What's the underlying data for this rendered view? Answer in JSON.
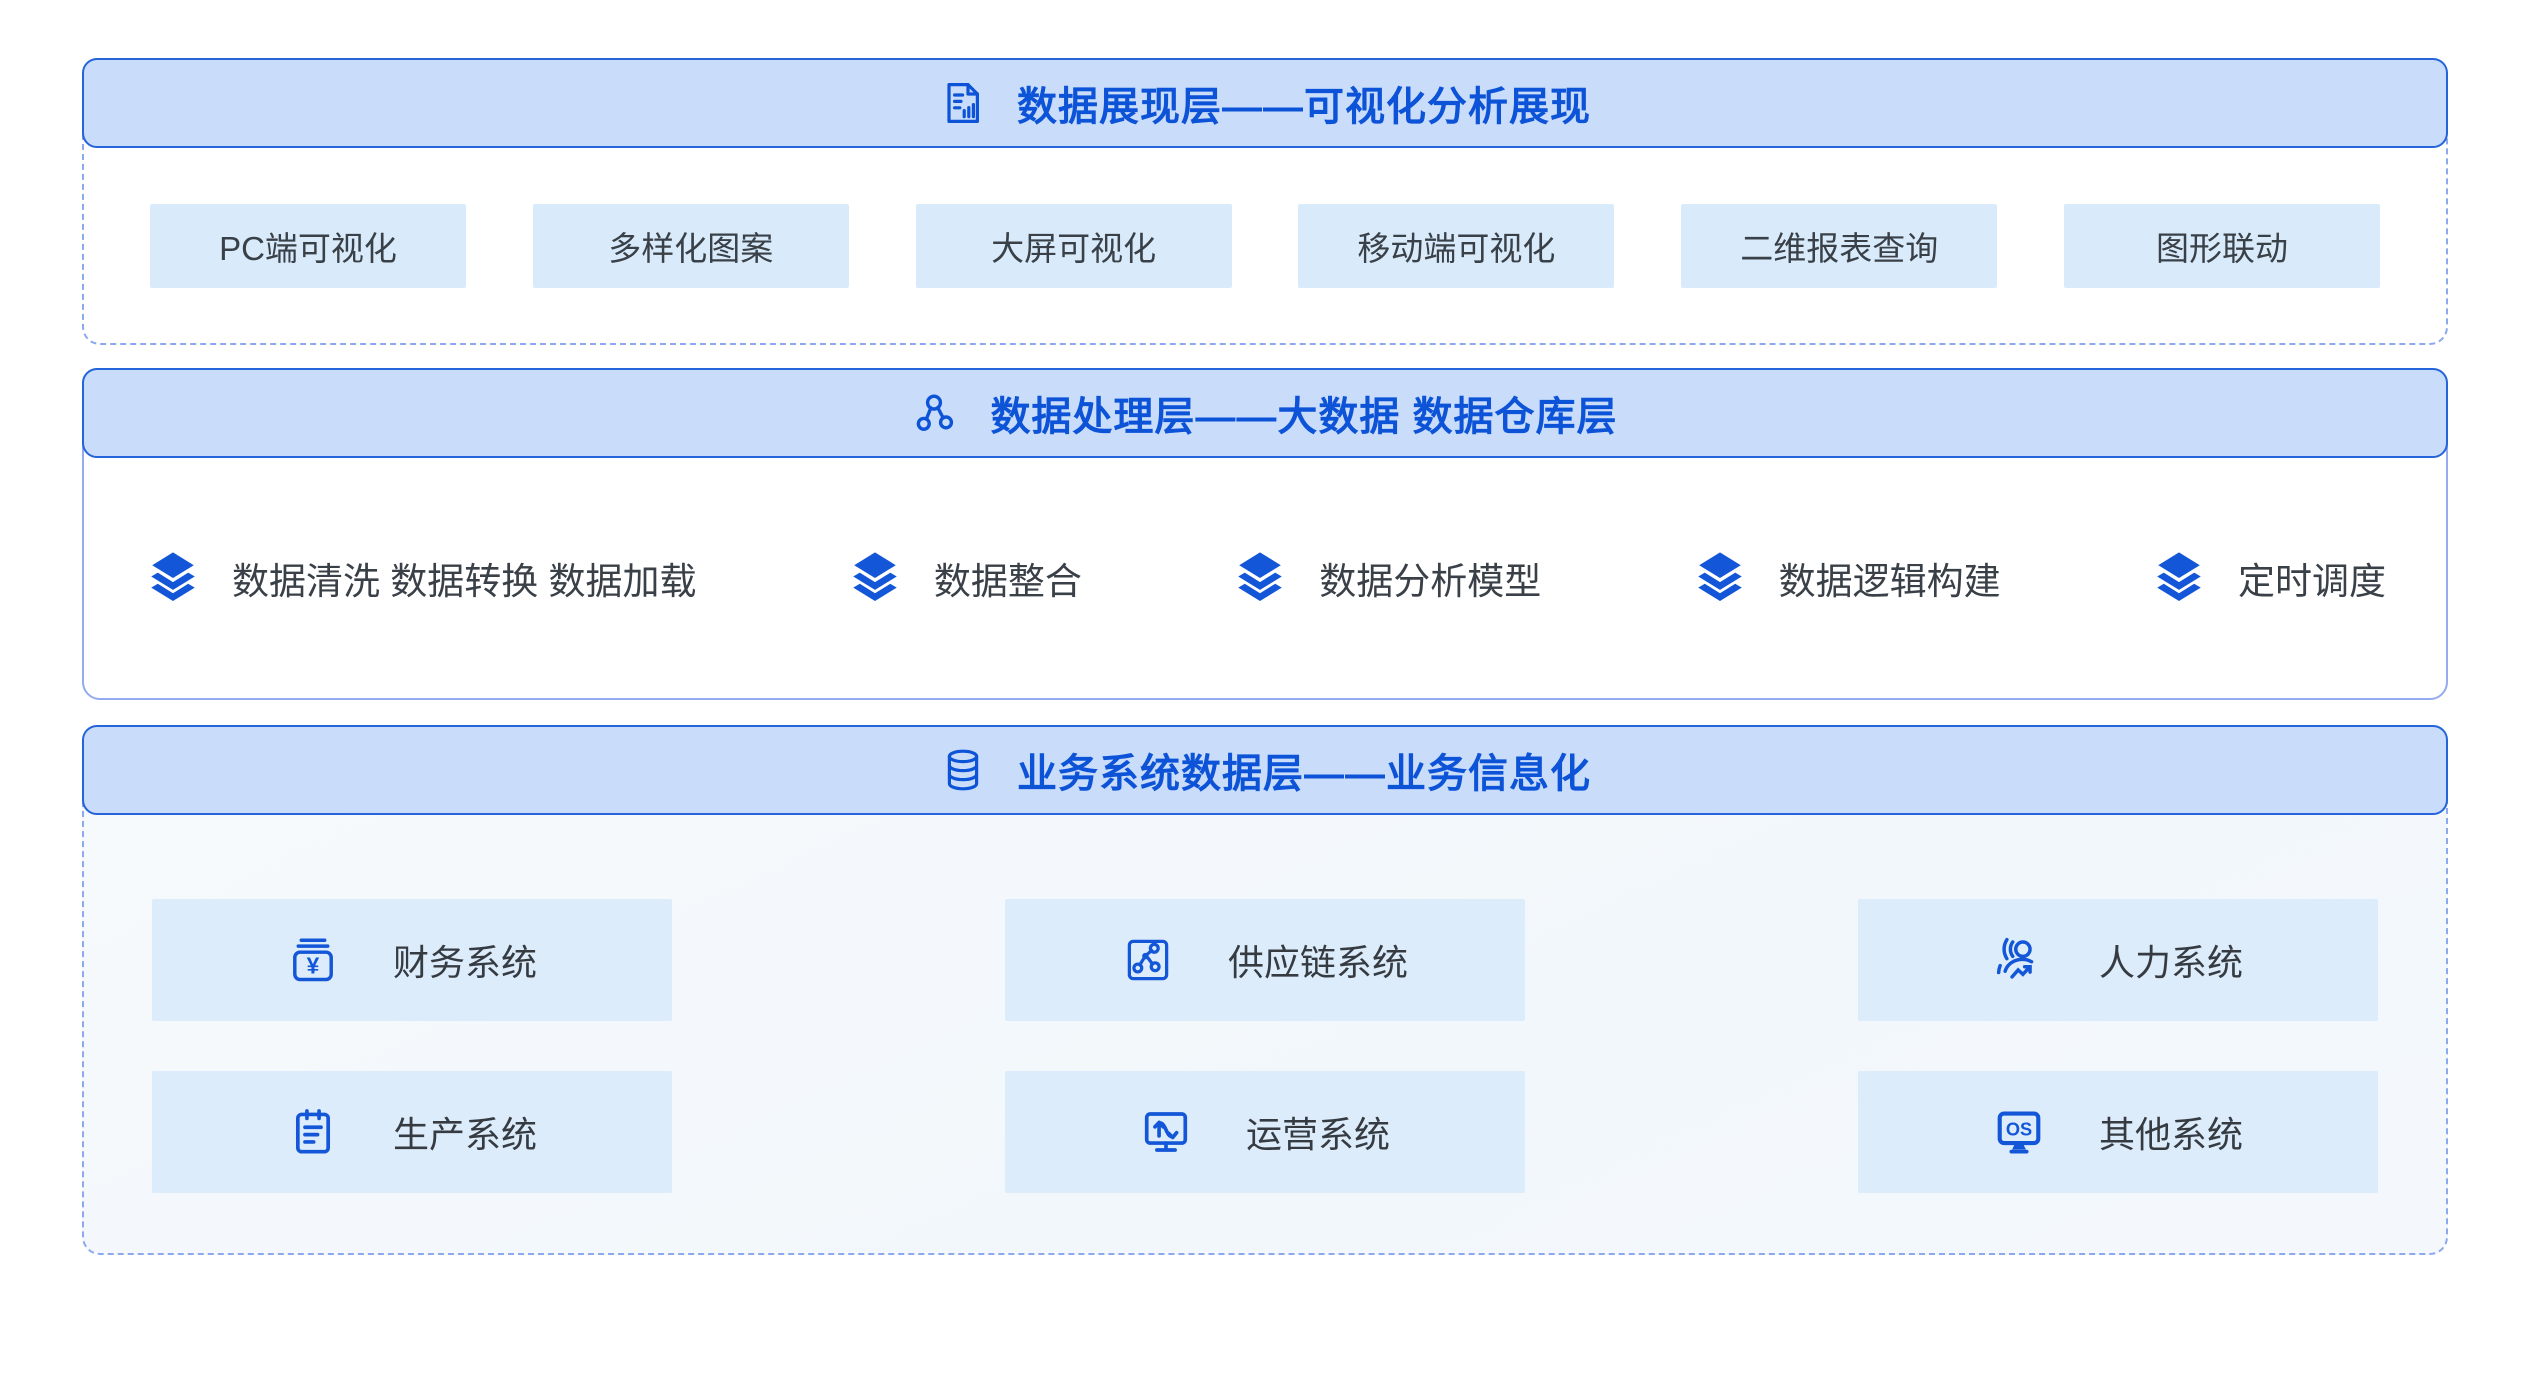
{
  "colors": {
    "accent": "#0d53d7",
    "header_bg": "#c9dcfa",
    "header_border": "#2564da",
    "frame_dash": "#8ca8ee",
    "frame_solid": "#94abf0",
    "pill_bg": "#d9ebfb",
    "card_bg": "#dcecfb",
    "icon_blue": "#1356d8"
  },
  "sections": [
    {
      "id": "presentation-layer",
      "icon": "report-chart-icon",
      "title": "数据展现层——可视化分析展现",
      "items": [
        {
          "label": "PC端可视化"
        },
        {
          "label": "多样化图案"
        },
        {
          "label": "大屏可视化"
        },
        {
          "label": "移动端可视化"
        },
        {
          "label": "二维报表查询"
        },
        {
          "label": "图形联动"
        }
      ]
    },
    {
      "id": "processing-layer",
      "icon": "share-nodes-icon",
      "title": "数据处理层——大数据 数据仓库层",
      "items": [
        {
          "icon": "layers-icon",
          "label": "数据清洗 数据转换 数据加载"
        },
        {
          "icon": "layers-icon",
          "label": "数据整合"
        },
        {
          "icon": "layers-icon",
          "label": "数据分析模型"
        },
        {
          "icon": "layers-icon",
          "label": "数据逻辑构建"
        },
        {
          "icon": "layers-icon",
          "label": "定时调度"
        }
      ]
    },
    {
      "id": "business-data-layer",
      "icon": "database-icon",
      "title": "业务系统数据层——业务信息化",
      "items": [
        {
          "icon": "banknote-yen-icon",
          "label": "财务系统"
        },
        {
          "icon": "supply-network-icon",
          "label": "供应链系统"
        },
        {
          "icon": "hr-person-trend-icon",
          "label": "人力系统"
        },
        {
          "icon": "clipboard-icon",
          "label": "生产系统"
        },
        {
          "icon": "monitor-trend-icon",
          "label": "运营系统"
        },
        {
          "icon": "monitor-os-icon",
          "label": "其他系统"
        }
      ]
    }
  ]
}
